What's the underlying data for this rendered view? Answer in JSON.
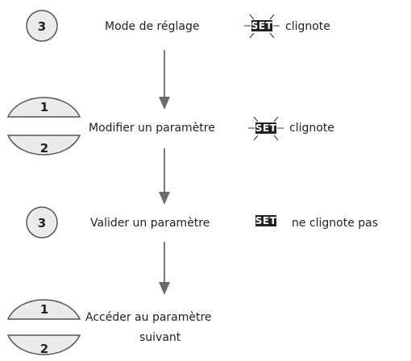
{
  "colors": {
    "key_fill": "#ebebeb",
    "key_stroke": "#555555",
    "arrow": "#6b6b6b",
    "badge_fill": "#222222",
    "badge_text": "#ffffff",
    "text": "#222222"
  },
  "steps": [
    {
      "label": "Mode de réglage",
      "keys": [
        "3"
      ],
      "badge": "SET",
      "badge_icon": "set-blinking-icon",
      "status": "clignote"
    },
    {
      "label": "Modifier un paramètre",
      "keys": [
        "1",
        "2"
      ],
      "badge": "SET",
      "badge_icon": "set-blinking-icon",
      "status": "clignote"
    },
    {
      "label": "Valider un paramètre",
      "keys": [
        "3"
      ],
      "badge": "SET",
      "badge_icon": "set-steady-icon",
      "status": "ne clignote pas"
    },
    {
      "label_line1": "Accéder au paramètre",
      "label_line2": "suivant",
      "keys": [
        "1",
        "2"
      ]
    }
  ]
}
